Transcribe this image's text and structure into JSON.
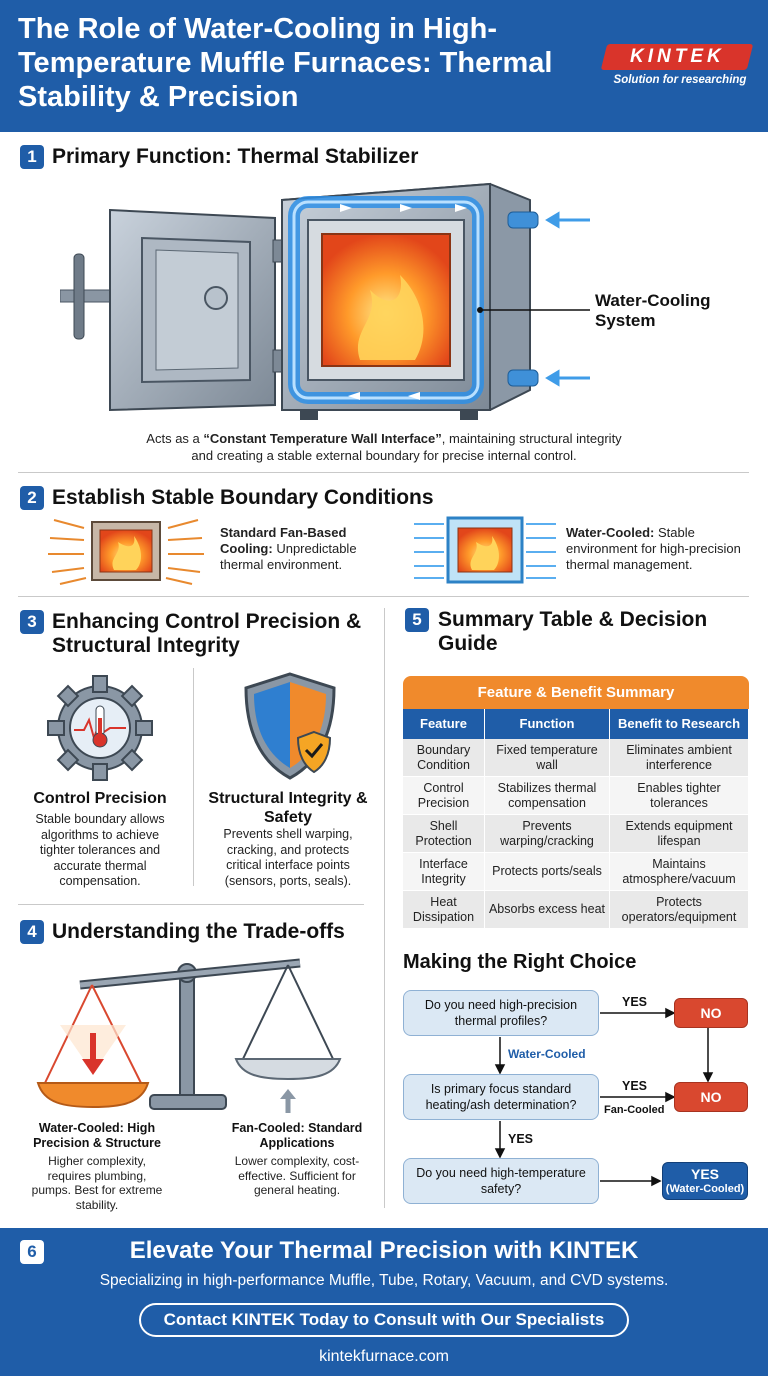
{
  "header": {
    "title": "The Role of Water-Cooling in High-Temperature Muffle Furnaces: Thermal Stability & Precision",
    "logo_text": "KINTEK",
    "logo_tagline": "Solution for researching"
  },
  "section1": {
    "number": "1",
    "title": "Primary Function: Thermal Stabilizer",
    "callout_line1": "Water-Cooling",
    "callout_line2": "System",
    "caption_prefix": "Acts as a ",
    "caption_bold": "“Constant Temperature Wall Interface”",
    "caption_rest": ", maintaining structural integrity",
    "caption_line2": "and creating a stable external boundary for precise internal control."
  },
  "section2": {
    "number": "2",
    "title": "Establish Stable Boundary Conditions",
    "fan_bold": "Standard Fan-Based Cooling:",
    "fan_text": " Unpredictable thermal environment.",
    "water_bold": "Water-Cooled:",
    "water_text": " Stable environment for high-precision thermal management."
  },
  "section3": {
    "number": "3",
    "title": "Enhancing Control Precision & Structural Integrity",
    "left_heading": "Control Precision",
    "left_text": "Stable boundary allows algorithms to achieve tighter tolerances and accurate thermal compensation.",
    "right_heading": "Structural Integrity & Safety",
    "right_text": "Prevents shell warping, cracking, and protects critical interface points (sensors, ports, seals)."
  },
  "section4": {
    "number": "4",
    "title": "Understanding the Trade-offs",
    "left_heading": "Water-Cooled: High Precision & Structure",
    "left_text": "Higher complexity, requires plumbing, pumps. Best for extreme stability.",
    "right_heading": "Fan-Cooled: Standard Applications",
    "right_text": "Lower complexity, cost-effective. Sufficient for general heating."
  },
  "section5": {
    "number": "5",
    "title": "Summary Table & Decision Guide",
    "table": {
      "title": "Feature & Benefit Summary",
      "columns": [
        "Feature",
        "Function",
        "Benefit to Research"
      ],
      "rows": [
        [
          "Boundary Condition",
          "Fixed temperature wall",
          "Eliminates ambient interference"
        ],
        [
          "Control Precision",
          "Stabilizes thermal compensation",
          "Enables tighter tolerances"
        ],
        [
          "Shell Protection",
          "Prevents warping/cracking",
          "Extends equipment lifespan"
        ],
        [
          "Interface Integrity",
          "Protects ports/seals",
          "Maintains atmosphere/vacuum"
        ],
        [
          "Heat Dissipation",
          "Absorbs excess heat",
          "Protects operators/equipment"
        ]
      ]
    },
    "choice_title": "Making the Right Choice",
    "flow": {
      "q1": "Do you need high-precision thermal profiles?",
      "q2": "Is primary focus standard heating/ash determination?",
      "q3": "Do you need high-temperature safety?",
      "yes1": "YES",
      "no1": "NO",
      "water_cooled": "Water-Cooled",
      "yes2": "YES",
      "fan_cooled": "Fan-Cooled",
      "no2": "NO",
      "yes3": "YES",
      "final_yes": "YES",
      "final_sub": "(Water-Cooled)"
    }
  },
  "footer": {
    "number": "6",
    "title": "Elevate Your Thermal Precision with KINTEK",
    "subtitle": "Specializing in high-performance Muffle, Tube, Rotary, Vacuum, and CVD systems.",
    "button": "Contact KINTEK Today to Consult with Our Specialists",
    "url": "kintekfurnace.com"
  },
  "colors": {
    "brand_blue": "#1f5da8",
    "logo_red": "#d9342b",
    "table_orange": "#f08a2c",
    "answer_red": "#d9482f",
    "flame_orange": "#f36b1c"
  }
}
